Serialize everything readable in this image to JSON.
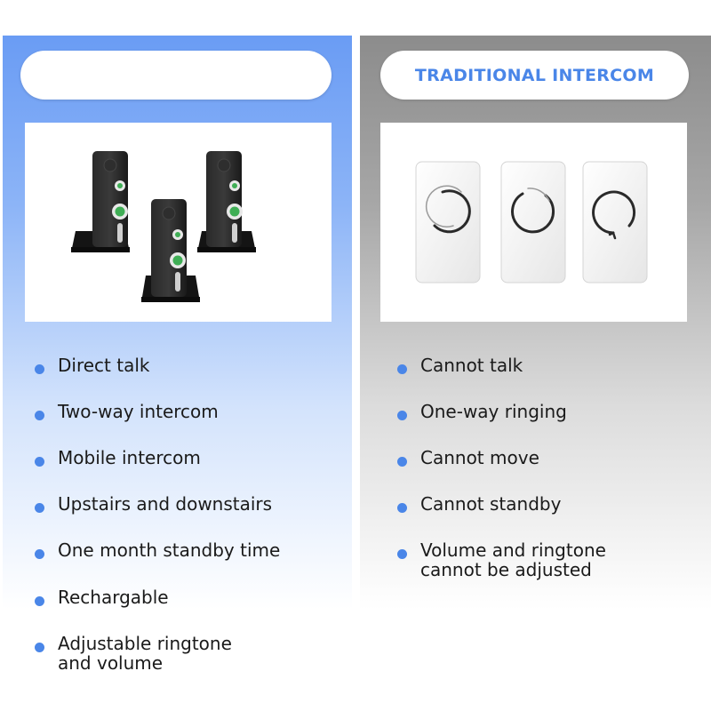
{
  "left": {
    "header": "",
    "features": [
      "Direct talk",
      "Two-way intercom",
      "Mobile intercom",
      "Upstairs and downstairs",
      "One month standby time",
      "Rechargable",
      "Adjustable ringtone\nand volume"
    ]
  },
  "right": {
    "header": "TRADITIONAL INTERCOM",
    "features": [
      "Cannot talk",
      "One-way ringing",
      "Cannot move",
      "Cannot standby",
      "Volume and ringtone\ncannot be adjusted"
    ]
  },
  "colors": {
    "accent": "#4a86e8",
    "left_panel_top": "#6a9cf4",
    "right_panel_top": "#8c8c8c",
    "device_body": "#1e1e1e",
    "button_green": "#3fae55"
  }
}
